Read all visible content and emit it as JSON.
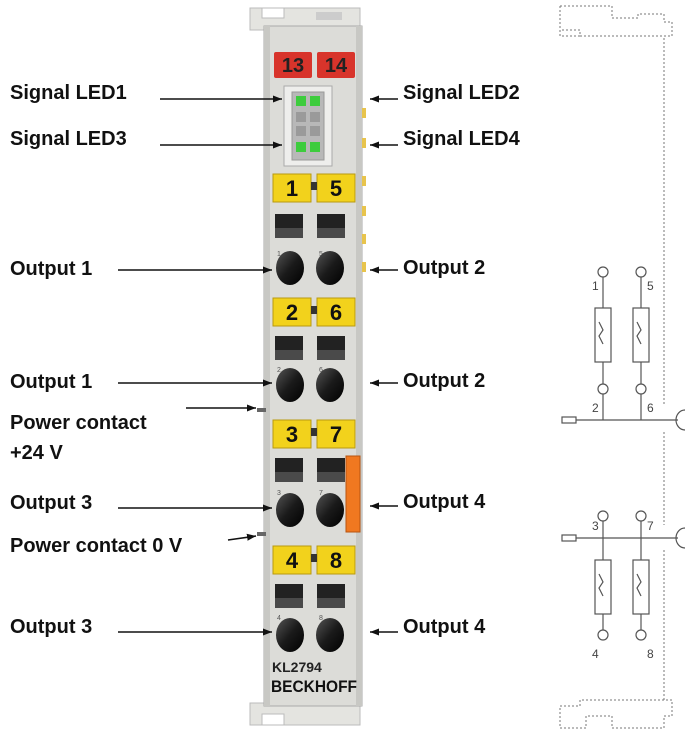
{
  "terminal": {
    "top_numbers": [
      "13",
      "14"
    ],
    "pair_labels": [
      {
        "left": "1",
        "right": "5"
      },
      {
        "left": "2",
        "right": "6"
      },
      {
        "left": "3",
        "right": "7"
      },
      {
        "left": "4",
        "right": "8"
      }
    ],
    "small_numbers": [
      "1",
      "5",
      "2",
      "6",
      "3",
      "7",
      "4",
      "8"
    ],
    "model": "KL2794",
    "brand": "BECKHOFF"
  },
  "labels_left": {
    "led1": "Signal LED1",
    "led3": "Signal LED3",
    "out1_a": "Output 1",
    "out1_b": "Output 1",
    "power24_line1": "Power contact",
    "power24_line2": "+24 V",
    "out3_a": "Output 3",
    "power0": "Power contact 0 V",
    "out3_b": "Output 3"
  },
  "labels_right": {
    "led2": "Signal LED2",
    "led4": "Signal LED4",
    "out2_a": "Output 2",
    "out2_b": "Output 2",
    "out4_a": "Output 4",
    "out4_b": "Output 4"
  },
  "schematic": {
    "pins_upper": [
      "1",
      "5",
      "2",
      "6"
    ],
    "pins_lower": [
      "3",
      "7",
      "4",
      "8"
    ]
  },
  "colors": {
    "housing": "#dcdcd8",
    "housing_dark": "#b8b8b4",
    "red_label": "#d8342b",
    "yellow_label": "#f2d21c",
    "led_green": "#3dcc3d",
    "orange_bar": "#f07820",
    "contact_black": "#1a1a1a"
  }
}
